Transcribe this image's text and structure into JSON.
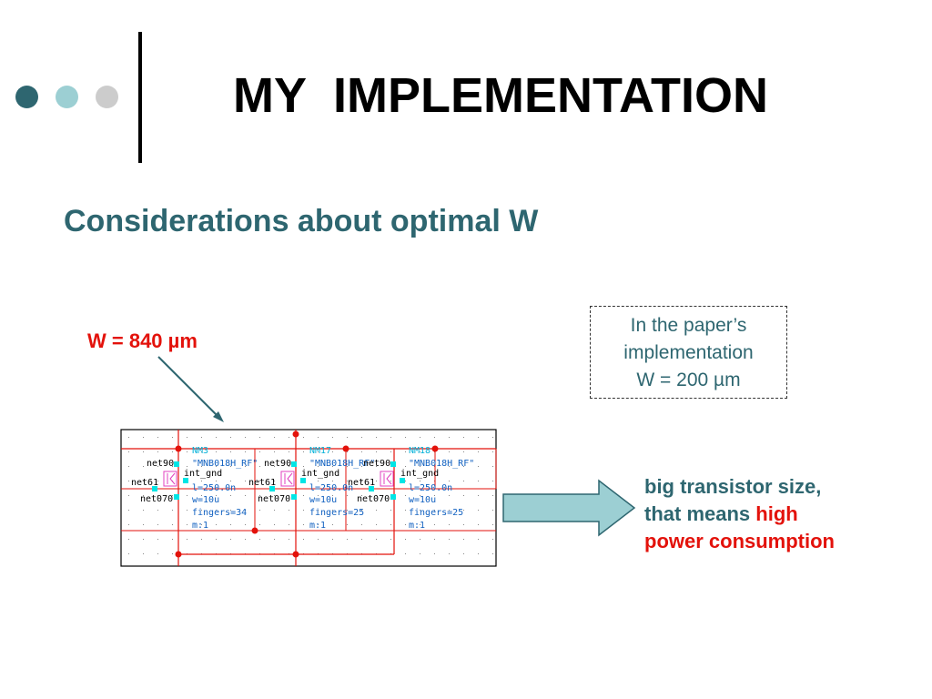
{
  "slide": {
    "title": "MY  IMPLEMENTATION",
    "subtitle": "Considerations about optimal W",
    "w_label": "W = 840 µm",
    "note": {
      "line1": "In the paper’s",
      "line2": "implementation",
      "line3": "W = 200 µm"
    },
    "conclusion": {
      "line1": "big transistor size,",
      "line2_start": "that means ",
      "line2_highlight": "high",
      "line3_highlight": "power consumption"
    }
  },
  "decor": {
    "dot_colors": [
      "#2e6670",
      "#9ccfd3",
      "#cccccc"
    ],
    "accent": "#2e6670",
    "highlight": "#e3120b"
  },
  "schematic": {
    "transistors": [
      {
        "name": "NM3",
        "model": "\"MNB018H_RF\"",
        "gate": "net61",
        "drain": "net90",
        "source": "net070",
        "bulk": "int_gnd",
        "l": "l=250.0n",
        "w": "w=10u",
        "fingers": "fingers=34",
        "m": "m:1"
      },
      {
        "name": "NM17",
        "model": "\"MNB018H_RF\"",
        "gate": "net61",
        "drain": "net90",
        "source": "net070",
        "bulk": "int_gnd",
        "l": "l=250.0n",
        "w": "w=10u",
        "fingers": "fingers=25",
        "m": "m:1"
      },
      {
        "name": "NM18",
        "model": "\"MNB018H_RF\"",
        "gate": "net61",
        "drain": "net90",
        "source": "net070",
        "bulk": "int_gnd",
        "l": "l=250.0n",
        "w": "w=10u",
        "fingers": "fingers=25",
        "m": "m:1"
      }
    ]
  }
}
